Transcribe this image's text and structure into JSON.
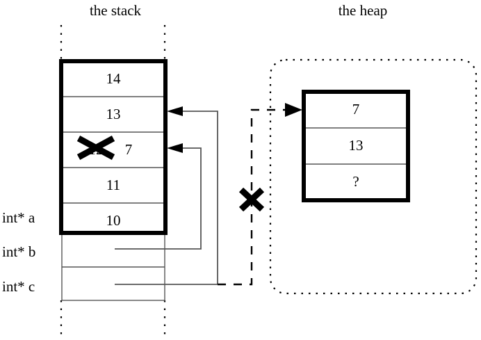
{
  "diagram": {
    "title_stack": "the stack",
    "title_heap": "the heap",
    "stack": {
      "cells": [
        {
          "value": "14"
        },
        {
          "value": "13"
        },
        {
          "value": "12",
          "struck_through": true,
          "annotation": "7"
        },
        {
          "value": "11"
        },
        {
          "value": "10"
        }
      ],
      "variables": [
        {
          "label": "int* a"
        },
        {
          "label": "int* b"
        },
        {
          "label": "int* c"
        }
      ]
    },
    "heap": {
      "cells": [
        {
          "value": "7"
        },
        {
          "value": "13"
        },
        {
          "value": "?"
        }
      ]
    },
    "pointers": [
      {
        "from": "int* b",
        "to": "stack-cell-3",
        "style": "solid"
      },
      {
        "from": "int* c",
        "to": "stack-cell-2",
        "style": "solid"
      },
      {
        "from": "int* c",
        "to": "heap-cell-1",
        "style": "dashed",
        "invalidated": true
      }
    ],
    "marks": [
      {
        "name": "cross-out-stack-value",
        "over": "stack-cell-3-value"
      },
      {
        "name": "cross-out-dashed-pointer",
        "over": "dashed-pointer-line"
      }
    ],
    "colors": {
      "ink": "#000000",
      "background": "#ffffff",
      "thin_rule": "#555555"
    }
  }
}
